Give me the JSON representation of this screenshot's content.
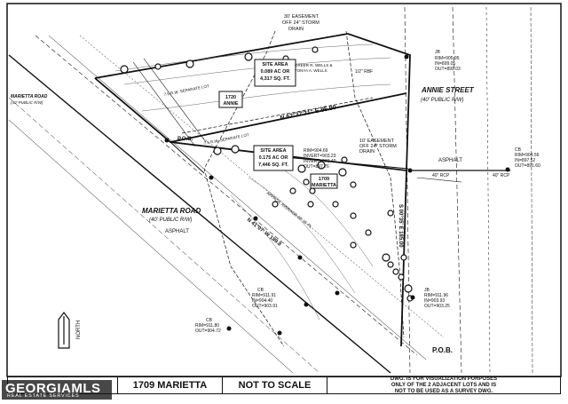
{
  "labels": {
    "easement_top": "30' EASEMENT",
    "easement_top_2": "OFF 24\" STORM",
    "easement_top_3": "DRAIN",
    "site_area_1_title": "SITE AREA",
    "site_area_1_line1": "0.089 AC OR",
    "site_area_1_line2": "4,317 SQ. FT.",
    "site_area_2_title": "SITE AREA",
    "site_area_2_line1": "0.175 AC OR",
    "site_area_2_line2": "7,446 SQ. FT.",
    "lot_1720": "1720",
    "lot_1720_street": "ANNIE",
    "lot_1709": "1709",
    "lot_1709_street": "MARIETTA",
    "bearing": "N 62°27'21\" E  95.90",
    "pob_top": "P.O.B.",
    "pob_bottom": "P.O.B.",
    "annie_street": "ANNIE STREET",
    "annie_street_rw": "(40' PUBLIC R/W)",
    "marietta_road": "MARIETTA ROAD",
    "marietta_road_rw": "(40' PUBLIC R/W)",
    "marietta_road_left": "MARIETTA ROAD",
    "marietta_road_left_rw": "(40' PUBLIC R/W)",
    "easement_mid": "10' EASEMENT",
    "easement_mid_2": "OFF 24\" STORM",
    "easement_mid_3": "DRAIN",
    "asphalt_1": "ASPHALT",
    "asphalt_2": "ASPHALT",
    "rcp": "40\" RCP",
    "rcp_2": "40\" RCP",
    "hbf": "1/2\" RBF",
    "north": "NORTH",
    "jb_top": "JB",
    "jb_top_rim": "RIM=905.95",
    "jb_top_in": "IN=899.05",
    "jb_top_out": "OUT=899.03",
    "jb_mid_rim": "RIM=904.69",
    "jb_mid_in": "INVERT=903.23",
    "jb_mid_in2": "INVERT=903.40",
    "jb_mid_out": "OUT=897.76",
    "cb_right": "CB",
    "cb_right_rim": "RIM=904.56",
    "cb_right_in": "IN=897.52",
    "cb_right_out": "OUT=891.60",
    "cb_left": "CB",
    "cb_left_rim": "RIM=911.91",
    "cb_left_in": "IN=904.40",
    "cb_left_out": "OUT=903.91",
    "cb_low": "CB",
    "cb_low_rim": "RIM=911.80",
    "cb_low_out": "OUT=904.72",
    "jb_low": "JB",
    "jb_low_rim": "RIM=911.96",
    "jb_low_in": "IN=903.93",
    "jb_low_out": "OUT=903.25",
    "separate_lot_1": "7.5 R.W. SEPARATE LOT",
    "separate_lot_2": "7.5 R.W. SEPARATE LOT",
    "approx_garage": "APPROX. AVERAGE OF 15' PL",
    "marietta_frontage": "N 41°07' W 189.8",
    "annie_frontage": "S 00°35' E 185.00",
    "owner_note": "GREER R. WELLS &",
    "owner_note_2": "TONYA A. WELLS"
  },
  "title_block": {
    "project": "1709 MARIETTA",
    "scale": "NOT TO SCALE",
    "disclaimer_1": "DWG. IS FOR VISUALIZATION PURPOSES",
    "disclaimer_2": "ONLY OF THE 2 ADJACENT LOTS AND IS",
    "disclaimer_3": "NOT TO BE USED AS A SURVEY DWG."
  },
  "watermark": {
    "main": "GEORGIAMLS",
    "sub": "REAL ESTATE SERVICES"
  },
  "colors": {
    "ink": "#111111",
    "background": "#ffffff",
    "watermark_bg": "#1e1e1e"
  }
}
